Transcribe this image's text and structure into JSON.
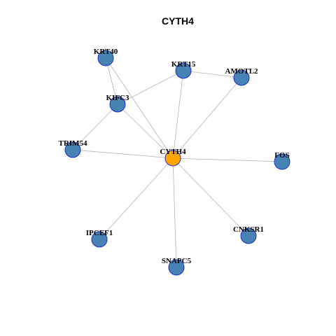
{
  "graph": {
    "title": "CYTH4",
    "colors": {
      "hub": "#FFA500",
      "node": "#4682B4",
      "node_border": "#1C2FC4",
      "edge": "#B3B3B3"
    },
    "nodes": [
      {
        "id": "CYTH4",
        "label": "CYTH4",
        "hub": true
      },
      {
        "id": "KRT40",
        "label": "KRT40",
        "hub": false
      },
      {
        "id": "KRT15",
        "label": "KRT15",
        "hub": false
      },
      {
        "id": "AMOTL2",
        "label": "AMOTL2",
        "hub": false
      },
      {
        "id": "KIFC3",
        "label": "KIFC3",
        "hub": false
      },
      {
        "id": "TRIM54",
        "label": "TRIM54",
        "hub": false
      },
      {
        "id": "FOS",
        "label": "FOS",
        "hub": false
      },
      {
        "id": "IPCEF1",
        "label": "IPCEF1",
        "hub": false
      },
      {
        "id": "CNKSR1",
        "label": "CNKSR1",
        "hub": false
      },
      {
        "id": "SNAPC5",
        "label": "SNAPC5",
        "hub": false
      }
    ],
    "edges": [
      [
        "CYTH4",
        "KRT40"
      ],
      [
        "CYTH4",
        "KRT15"
      ],
      [
        "CYTH4",
        "AMOTL2"
      ],
      [
        "CYTH4",
        "KIFC3"
      ],
      [
        "CYTH4",
        "TRIM54"
      ],
      [
        "CYTH4",
        "FOS"
      ],
      [
        "CYTH4",
        "IPCEF1"
      ],
      [
        "CYTH4",
        "CNKSR1"
      ],
      [
        "CYTH4",
        "SNAPC5"
      ],
      [
        "KRT40",
        "KIFC3"
      ],
      [
        "KIFC3",
        "KRT15"
      ],
      [
        "KRT15",
        "AMOTL2"
      ],
      [
        "KIFC3",
        "TRIM54"
      ]
    ]
  }
}
